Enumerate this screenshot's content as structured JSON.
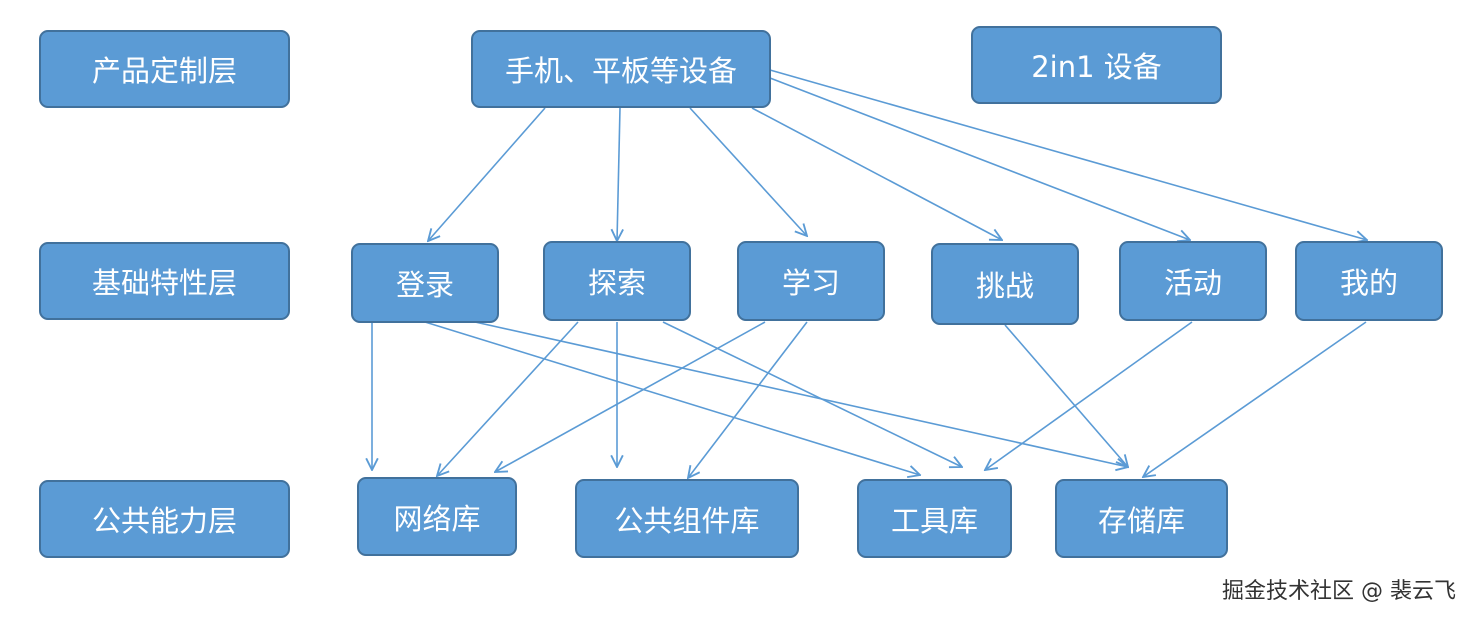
{
  "layers": {
    "product": "产品定制层",
    "basic": "基础特性层",
    "common": "公共能力层"
  },
  "devices": {
    "phone": "手机、平板等设备",
    "twoinone": "2in1 设备"
  },
  "features": {
    "login": "登录",
    "explore": "探索",
    "study": "学习",
    "challenge": "挑战",
    "activity": "活动",
    "mine": "我的"
  },
  "capabilities": {
    "network": "网络库",
    "component": "公共组件库",
    "tools": "工具库",
    "storage": "存储库"
  },
  "colors": {
    "box_fill": "#5b9bd5",
    "box_border": "#41719c",
    "arrow": "#5b9bd5"
  },
  "watermark": "掘金技术社区 @ 裴云飞"
}
